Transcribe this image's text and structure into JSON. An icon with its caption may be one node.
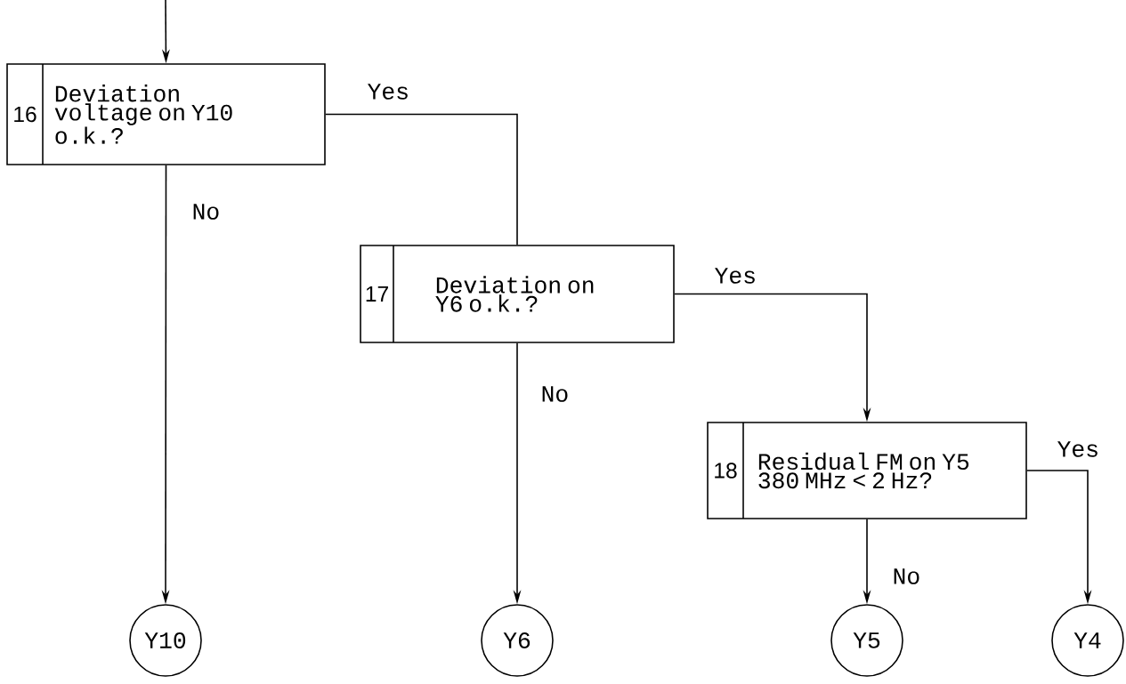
{
  "diagram": {
    "nodes": [
      {
        "text": [
          "16",
          "Deviation voltage on Y10 o.k.?"
        ]
      },
      {
        "text": [
          "17",
          "Deviation on Y6 o.k.?"
        ]
      },
      {
        "text": [
          "18",
          "Residual FM on Y5 380 MHz < 2 Hz?"
        ]
      },
      {
        "text": [
          "Y10"
        ]
      },
      {
        "text": [
          "Y6"
        ]
      },
      {
        "text": [
          "Y5"
        ]
      },
      {
        "text": [
          "Y4"
        ]
      }
    ],
    "edges": [
      {
        "from": null,
        "to": 0,
        "arrow": "to"
      },
      {
        "from": 0,
        "to": 1,
        "label": "Yes",
        "arrow": "none"
      },
      {
        "from": 0,
        "to": 3,
        "label": "No",
        "arrow": "to"
      },
      {
        "from": 1,
        "to": 2,
        "label": "Yes",
        "arrow": "to"
      },
      {
        "from": 1,
        "to": 4,
        "label": "No",
        "arrow": "to"
      },
      {
        "from": 2,
        "to": 6,
        "label": "Yes",
        "arrow": "to"
      },
      {
        "from": 2,
        "to": 5,
        "label": "No",
        "arrow": "to"
      }
    ]
  }
}
